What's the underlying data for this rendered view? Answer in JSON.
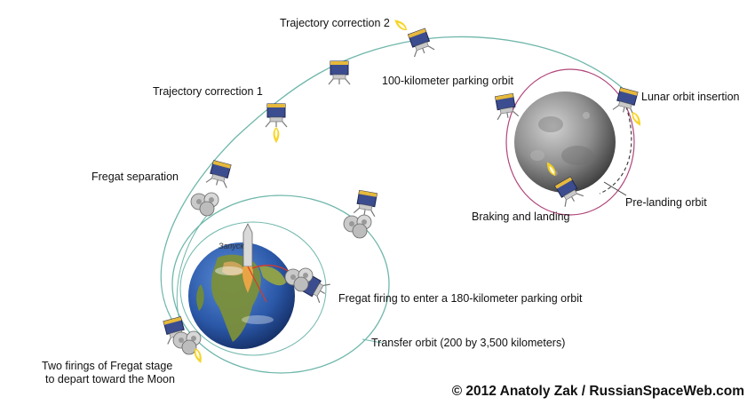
{
  "labels": {
    "trajectory_correction_2": "Trajectory correction 2",
    "parking_orbit_100": "100-kilometer parking orbit",
    "lunar_orbit_insertion": "Lunar orbit insertion",
    "trajectory_correction_1": "Trajectory correction 1",
    "fregat_separation": "Fregat  separation",
    "pre_landing_orbit": "Pre-landing orbit",
    "braking_and_landing": "Braking and landing",
    "launch": "Запуск",
    "fregat_firing": "Fregat firing to enter a 180-kilometer parking orbit",
    "transfer_orbit": "Transfer orbit (200 by 3,500 kilometers)",
    "two_firings_line1": "Two firings of Fregat stage",
    "two_firings_line2": "to depart toward the Moon"
  },
  "credit": "© 2012 Anatoly Zak / RussianSpaceWeb.com",
  "colors": {
    "trajectory": "#6fb7ab",
    "lunar_orbit": "#b0467a",
    "pre_landing": "#333333",
    "earth_ocean": "#2f5fb3",
    "moon": "#9a9a9a",
    "spacecraft_gold": "#e6b93c",
    "spacecraft_panel": "#3b4d8f",
    "engine_flame": "#f5d21e"
  },
  "icons": [
    "earth-icon",
    "moon-icon",
    "spacecraft-icon",
    "rocket-icon",
    "fregat-stage-icon",
    "engine-flame-icon"
  ]
}
